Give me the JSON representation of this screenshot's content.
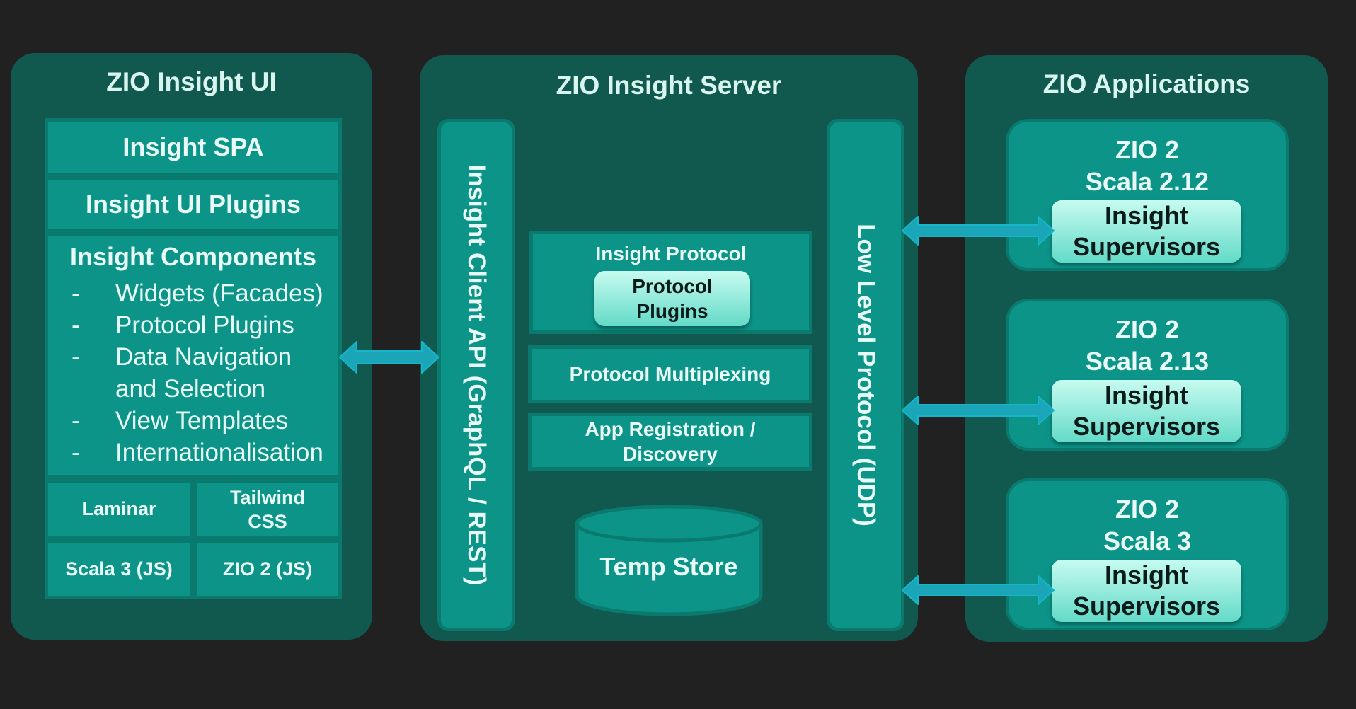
{
  "ui_panel": {
    "title": "ZIO Insight UI",
    "spa": "Insight SPA",
    "plugins": "Insight UI Plugins",
    "components_title": "Insight Components",
    "components": [
      {
        "dash": "-",
        "text": "Widgets (Facades)"
      },
      {
        "dash": "-",
        "text": "Protocol Plugins"
      },
      {
        "dash": "-",
        "text": "Data Navigation"
      },
      {
        "dash": "",
        "text": "and Selection"
      },
      {
        "dash": "-",
        "text": "View Templates"
      },
      {
        "dash": "-",
        "text": "Internationalisation"
      }
    ],
    "laminar": "Laminar",
    "tailwind_1": "Tailwind",
    "tailwind_2": "CSS",
    "scala_js": "Scala 3 (JS)",
    "zio_js": "ZIO 2 (JS)"
  },
  "server_panel": {
    "title": "ZIO Insight Server",
    "client_api": "Insight Client API  (GraphQL / REST)",
    "low_level": "Low Level Protocol (UDP)",
    "protocol_title": "Insight Protocol",
    "protocol_plugins_1": "Protocol",
    "protocol_plugins_2": "Plugins",
    "multiplexing": "Protocol Multiplexing",
    "registration_1": "App Registration /",
    "registration_2": "Discovery",
    "temp_store": "Temp Store"
  },
  "apps_panel": {
    "title": "ZIO Applications",
    "apps": [
      {
        "zio": "ZIO 2",
        "scala": "Scala 2.12",
        "sup_1": "Insight",
        "sup_2": "Supervisors"
      },
      {
        "zio": "ZIO 2",
        "scala": "Scala 2.13",
        "sup_1": "Insight",
        "sup_2": "Supervisors"
      },
      {
        "zio": "ZIO 2",
        "scala": "Scala 3",
        "sup_1": "Insight",
        "sup_2": "Supervisors"
      }
    ]
  },
  "colors": {
    "background": "#212121",
    "panel": "#11594f",
    "cell": "#0c9488",
    "arrow": "#1aa5b8"
  }
}
